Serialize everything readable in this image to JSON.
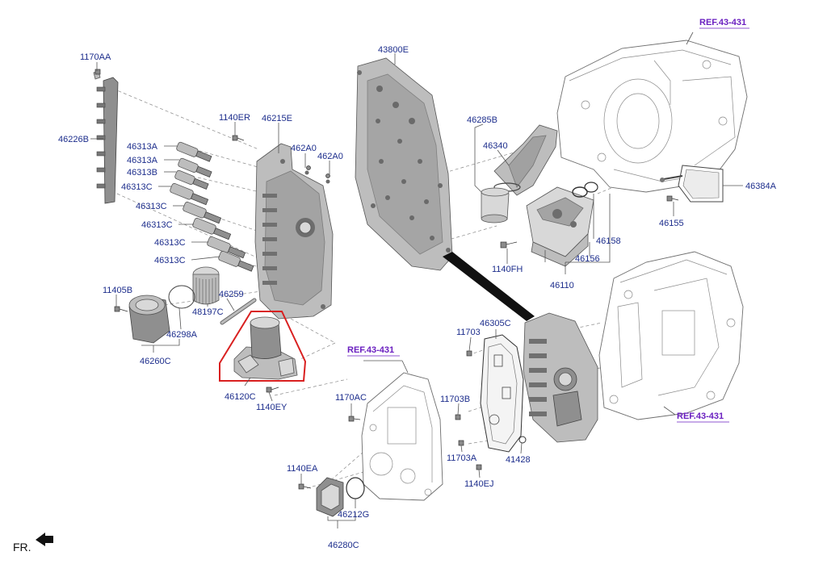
{
  "labels": {
    "l1170AA": "1170AA",
    "l46226B": "46226B",
    "l1140ER": "1140ER",
    "l46215E": "46215E",
    "l462A0a": "462A0",
    "l462A0b": "462A0",
    "l46313A1": "46313A",
    "l46313A2": "46313A",
    "l46313B": "46313B",
    "l46313C1": "46313C",
    "l46313C2": "46313C",
    "l46313C3": "46313C",
    "l46313C4": "46313C",
    "l46313C5": "46313C",
    "l43800E": "43800E",
    "l46285B": "46285B",
    "l46340": "46340",
    "l46158": "46158",
    "l46156": "46156",
    "l46110": "46110",
    "l1140FH": "1140FH",
    "l46384A": "46384A",
    "l46155": "46155",
    "l11405B": "11405B",
    "l46298A": "46298A",
    "l46260C": "46260C",
    "l48197C": "48197C",
    "l46259": "46259",
    "l46120C": "46120C",
    "l1140EY": "1140EY",
    "l1170AC": "1170AC",
    "l1140EA": "1140EA",
    "l46212G": "46212G",
    "l46280C": "46280C",
    "l46305C": "46305C",
    "l11703a": "11703",
    "l11703B": "11703B",
    "l11703A": "11703A",
    "l41428": "41428",
    "l1140EJ": "1140EJ"
  },
  "refs": {
    "ref_top": "REF.43-431",
    "ref_mid": "REF.43-431",
    "ref_right": "REF.43-431"
  },
  "fr_label": "FR.",
  "highlight_color": "#d92020",
  "label_color": "#1c2d8c",
  "ref_color": "#6a1fc0"
}
